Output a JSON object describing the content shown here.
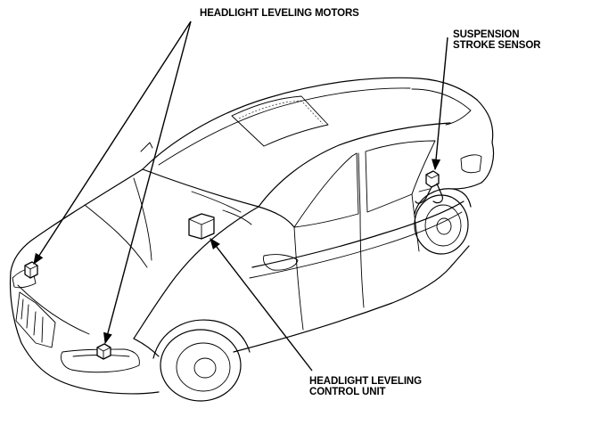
{
  "labels": {
    "headlight_leveling_motors": "HEADLIGHT LEVELING MOTORS",
    "suspension_stroke_sensor_line1": "SUSPENSION",
    "suspension_stroke_sensor_line2": "STROKE SENSOR",
    "control_unit_line1": "HEADLIGHT LEVELING",
    "control_unit_line2": "CONTROL UNIT"
  },
  "colors": {
    "line": "#000000",
    "background": "#ffffff"
  }
}
